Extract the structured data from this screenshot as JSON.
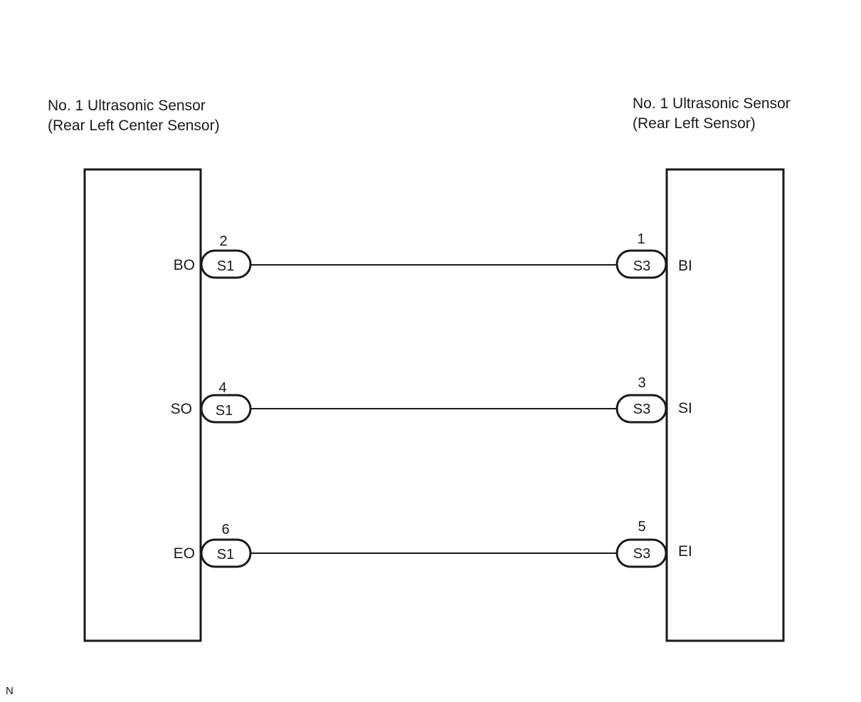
{
  "left_component": {
    "title_line1": "No. 1 Ultrasonic Sensor",
    "title_line2": "(Rear Left Center Sensor)",
    "pins": [
      {
        "name": "BO",
        "number": "2",
        "connector": "S1"
      },
      {
        "name": "SO",
        "number": "4",
        "connector": "S1"
      },
      {
        "name": "EO",
        "number": "6",
        "connector": "S1"
      }
    ]
  },
  "right_component": {
    "title_line1": "No. 1 Ultrasonic Sensor",
    "title_line2": "(Rear Left Sensor)",
    "pins": [
      {
        "name": "BI",
        "number": "1",
        "connector": "S3"
      },
      {
        "name": "SI",
        "number": "3",
        "connector": "S3"
      },
      {
        "name": "EI",
        "number": "5",
        "connector": "S3"
      }
    ]
  },
  "footer_code": "N"
}
